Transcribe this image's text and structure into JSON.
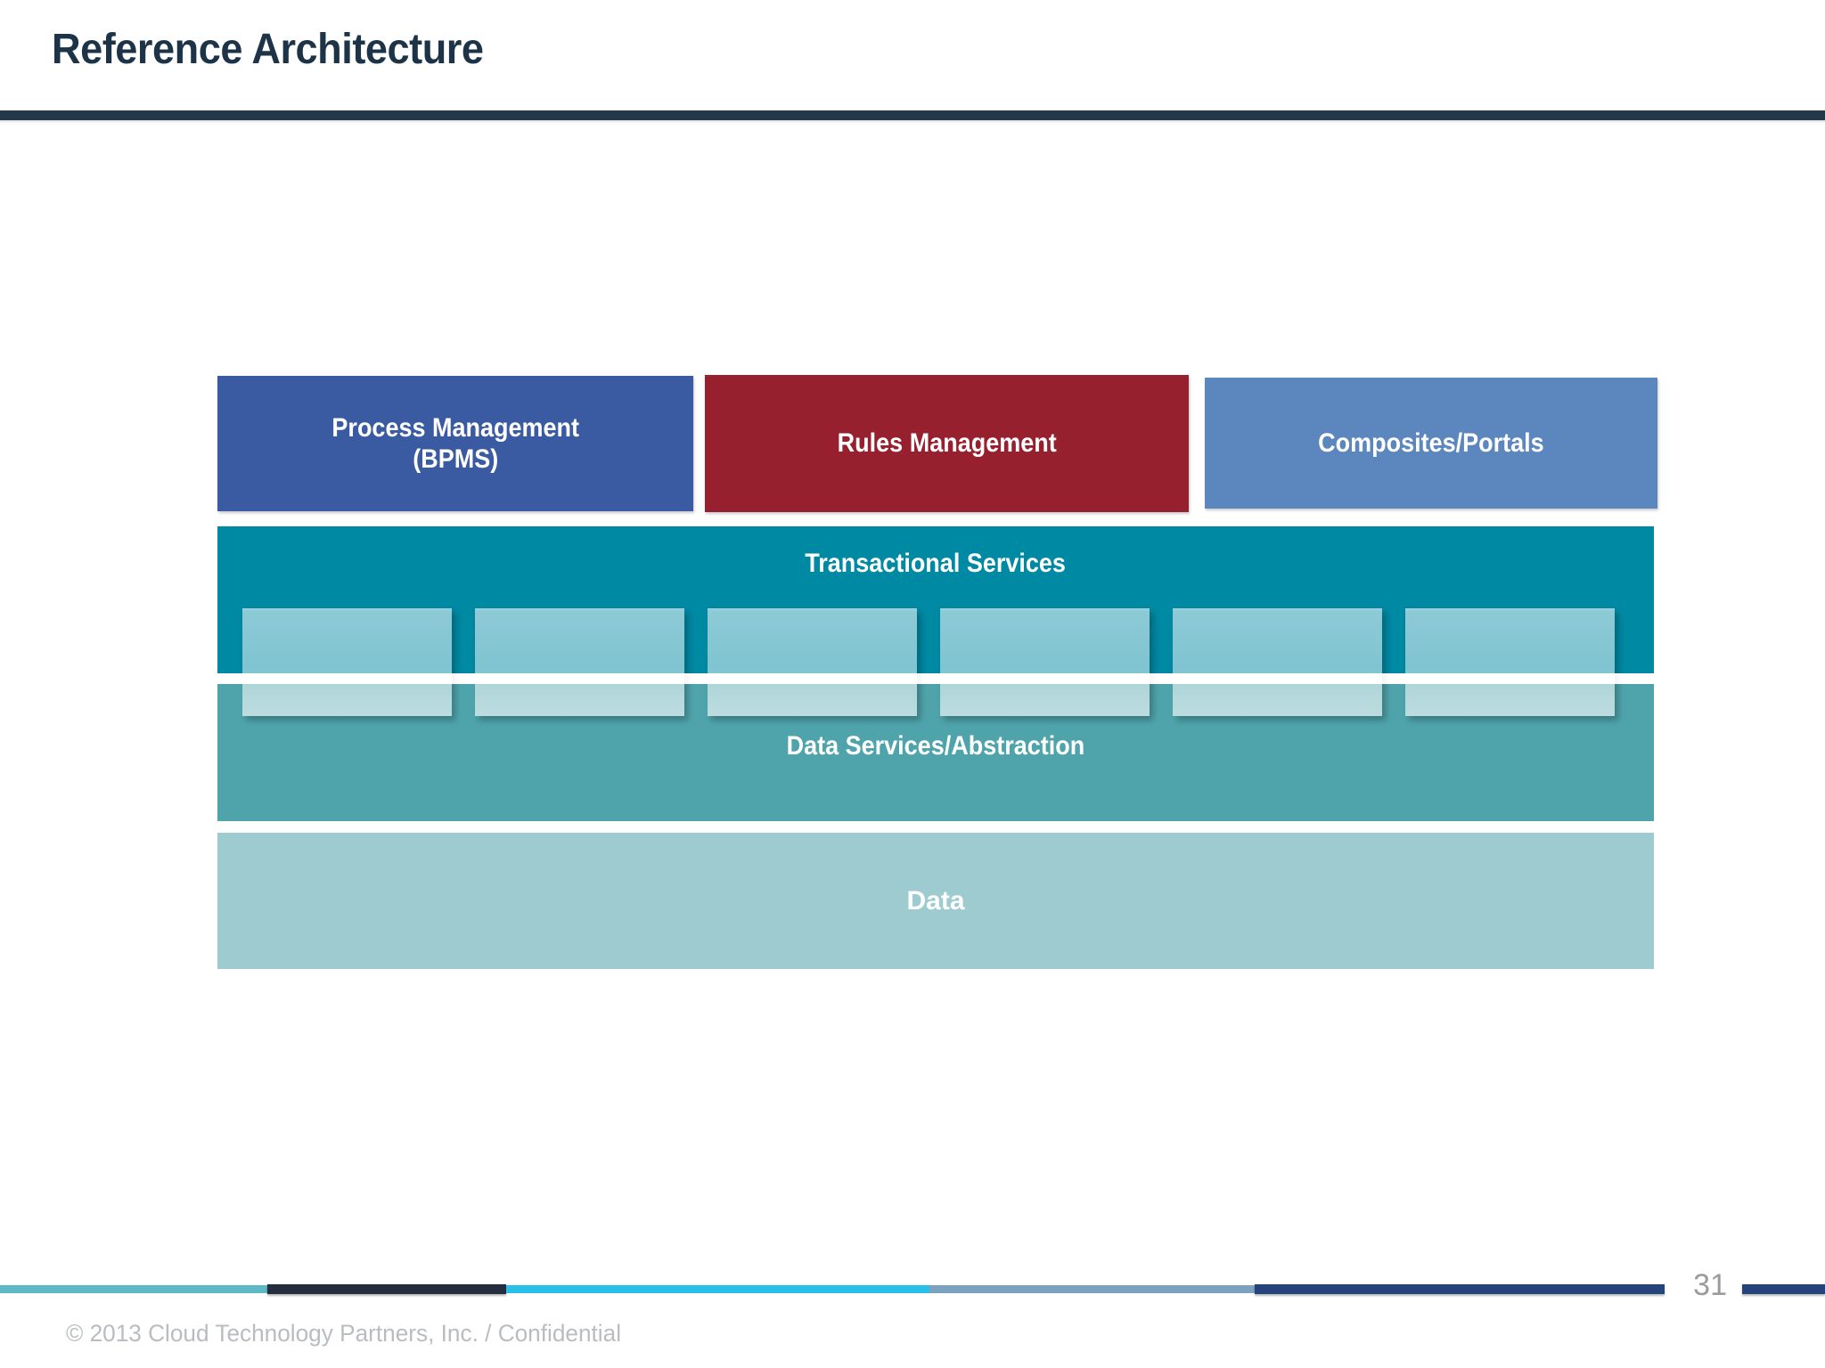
{
  "slide": {
    "title": "Reference Architecture",
    "page_number": "31",
    "copyright": "© 2013 Cloud Technology Partners, Inc.  /  Confidential"
  },
  "diagram": {
    "top_row": [
      {
        "label": "Process Management\n(BPMS)",
        "label_line1": "Process Management",
        "label_line2": "(BPMS)",
        "color": "#3a5ba2"
      },
      {
        "label": "Rules Management",
        "color": "#97202f"
      },
      {
        "label": "Composites/Portals",
        "color": "#5b86be"
      }
    ],
    "bands": [
      {
        "label": "Transactional Services",
        "color": "#0089a3"
      },
      {
        "label": "Data Services/Abstraction",
        "color": "#4fa4ac"
      },
      {
        "label": "Data",
        "color": "#9dcbd0"
      }
    ],
    "service_boxes": [
      {
        "label": "",
        "color": "#b6d2da"
      },
      {
        "label": "",
        "color": "#b6d2da"
      },
      {
        "label": "",
        "color": "#b6d2da"
      },
      {
        "label": "",
        "color": "#b6d2da"
      },
      {
        "label": "",
        "color": "#b6d2da"
      },
      {
        "label": "",
        "color": "#b6d2da"
      }
    ]
  },
  "theme": {
    "title_color": "#1d3348",
    "rule_color": "#233848",
    "footer_text_color": "#b9bcc0",
    "page_number_color": "#9b9b9b",
    "accent_teal": "#5fb9c4",
    "accent_navy": "#232f3e",
    "accent_cyan": "#29bfe9",
    "accent_steel": "#7ba3bf",
    "accent_navy_blue": "#26447c"
  }
}
